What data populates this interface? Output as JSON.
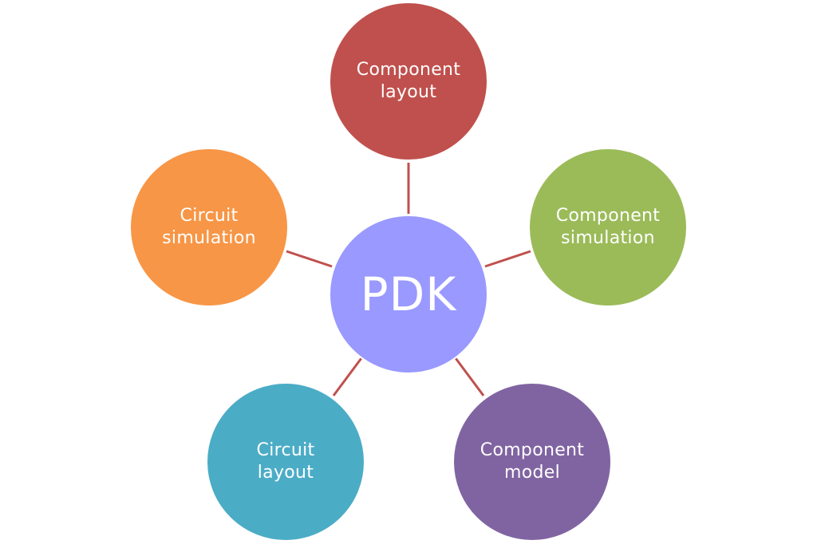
{
  "center": {
    "label": "PDK",
    "color": "#9999ff"
  },
  "connector_color": "#c0504d",
  "nodes": [
    {
      "id": "top",
      "label": "Component\nlayout",
      "color": "#c0504d"
    },
    {
      "id": "right",
      "label": "Component\nsimulation",
      "color": "#9bbb59"
    },
    {
      "id": "bottom-right",
      "label": "Component\nmodel",
      "color": "#8064a2"
    },
    {
      "id": "bottom-left",
      "label": "Circuit\nlayout",
      "color": "#4bacc6"
    },
    {
      "id": "left",
      "label": "Circuit\nsimulation",
      "color": "#f79646"
    }
  ]
}
